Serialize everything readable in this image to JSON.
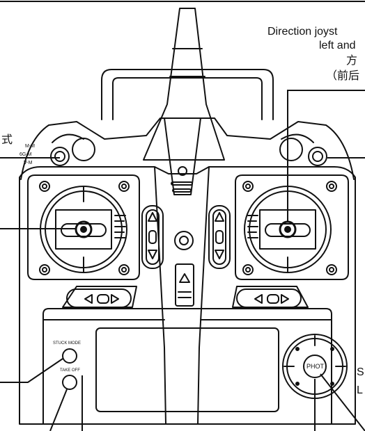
{
  "labels": {
    "direction_line1": "Direction joyst",
    "direction_line2": "left and",
    "direction_cjk_line1": "方",
    "direction_cjk_line2": "（前后",
    "left_fragment_cjk": "式",
    "mode_mm": "M-M",
    "mode_6gm": "6G-M",
    "mode_vm": "V-M",
    "stuck_mode": "STUCK MODE",
    "take_off": "TAKE OFF",
    "phot": "PHOT",
    "right_fragment_s": "S",
    "right_fragment_l": "L"
  },
  "colors": {
    "line": "#111111",
    "background": "#ffffff"
  }
}
